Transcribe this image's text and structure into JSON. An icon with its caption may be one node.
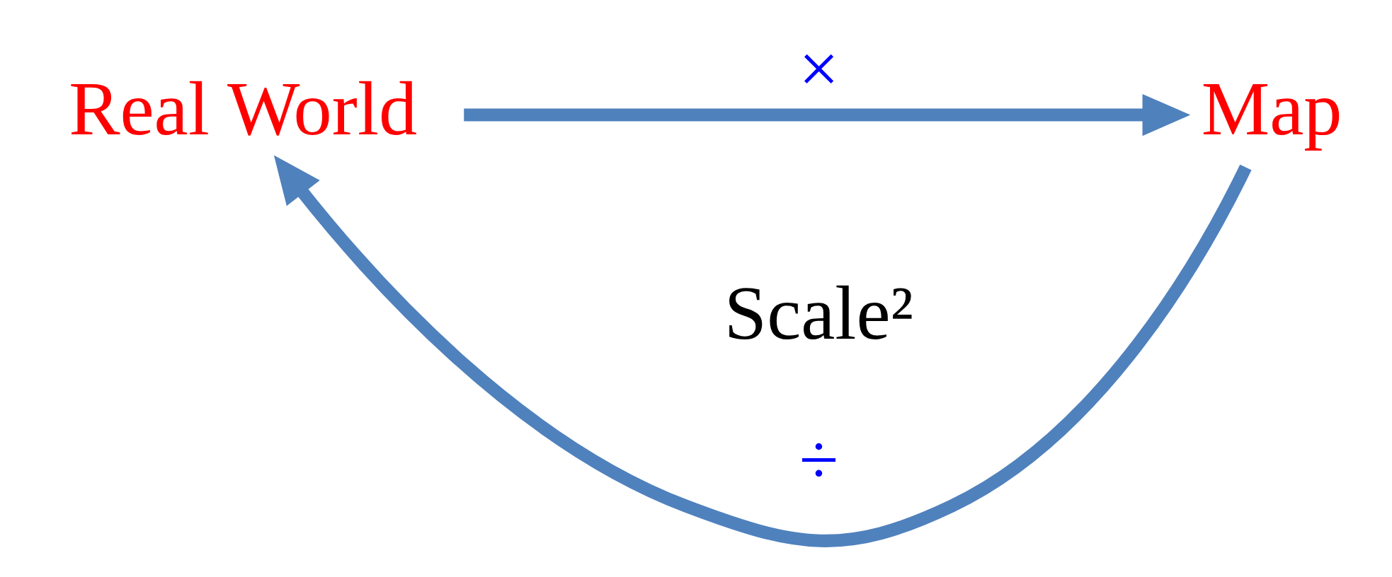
{
  "diagram": {
    "nodes": [
      {
        "text": [
          "Real World"
        ]
      },
      {
        "text": [
          "Map"
        ]
      }
    ],
    "edges": [
      {
        "from": 0,
        "to": 1,
        "arrow": "to",
        "label": "×"
      },
      {
        "from": 1,
        "to": 0,
        "arrow": "to",
        "label": "÷"
      }
    ],
    "labels": [
      "Scale²"
    ]
  }
}
